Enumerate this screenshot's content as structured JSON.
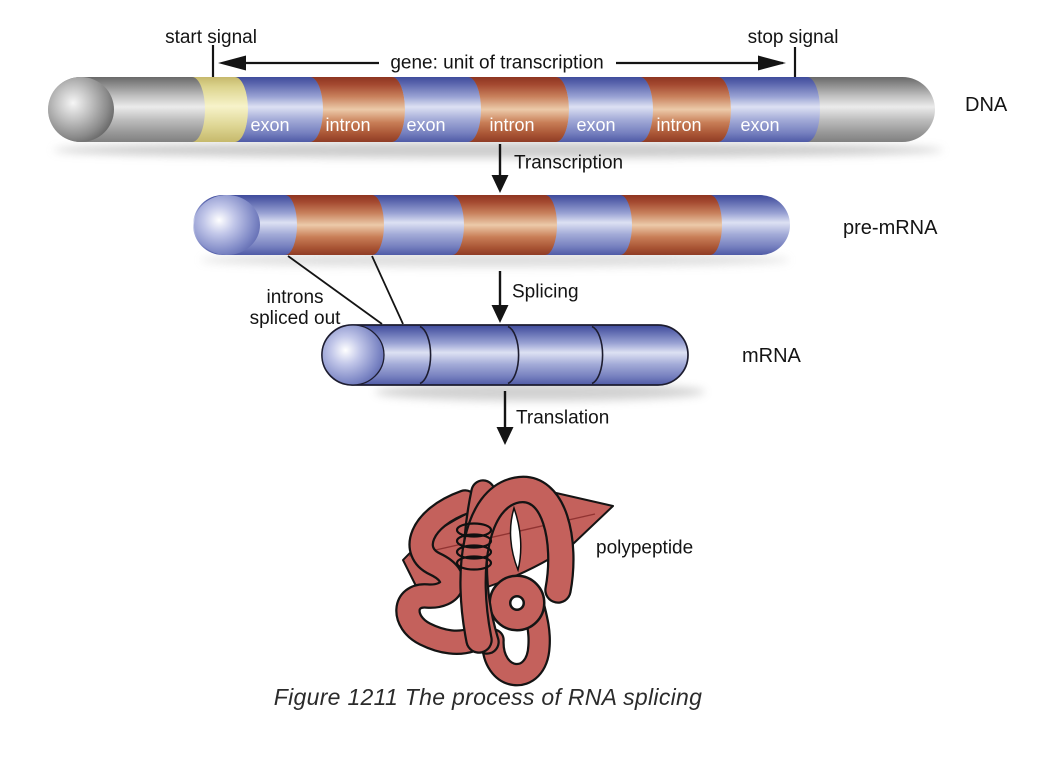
{
  "figure": {
    "caption": "Figure 1211 The process of RNA splicing"
  },
  "dna": {
    "name_label": "DNA",
    "start_signal": "start signal",
    "stop_signal": "stop signal",
    "gene_span_label": "gene: unit of transcription",
    "segments": [
      {
        "type": "exon",
        "label": "exon"
      },
      {
        "type": "intron",
        "label": "intron"
      },
      {
        "type": "exon",
        "label": "exon"
      },
      {
        "type": "intron",
        "label": "intron"
      },
      {
        "type": "exon",
        "label": "exon"
      },
      {
        "type": "intron",
        "label": "intron"
      },
      {
        "type": "exon",
        "label": "exon"
      }
    ]
  },
  "process_steps": {
    "transcription": "Transcription",
    "splicing": "Splicing",
    "translation": "Translation"
  },
  "pre_mrna": {
    "name_label": "pre-mRNA",
    "segment_pattern": [
      "exon",
      "intron",
      "exon",
      "intron",
      "exon",
      "intron",
      "exon"
    ]
  },
  "mrna": {
    "name_label": "mRNA",
    "exon_count": 4
  },
  "splice_note": {
    "line1": "introns",
    "line2": "spliced out"
  },
  "polypeptide": {
    "name_label": "polypeptide"
  },
  "colors": {
    "exon_blue": "#7d86c3",
    "intron_red": "#b05a3c",
    "start_signal_yellow": "#eee8ab",
    "dna_gray": "#b5b5b5",
    "mrna_blue": "#8d96cc",
    "polypeptide_red": "#c4615c",
    "outline_black": "#141414"
  }
}
